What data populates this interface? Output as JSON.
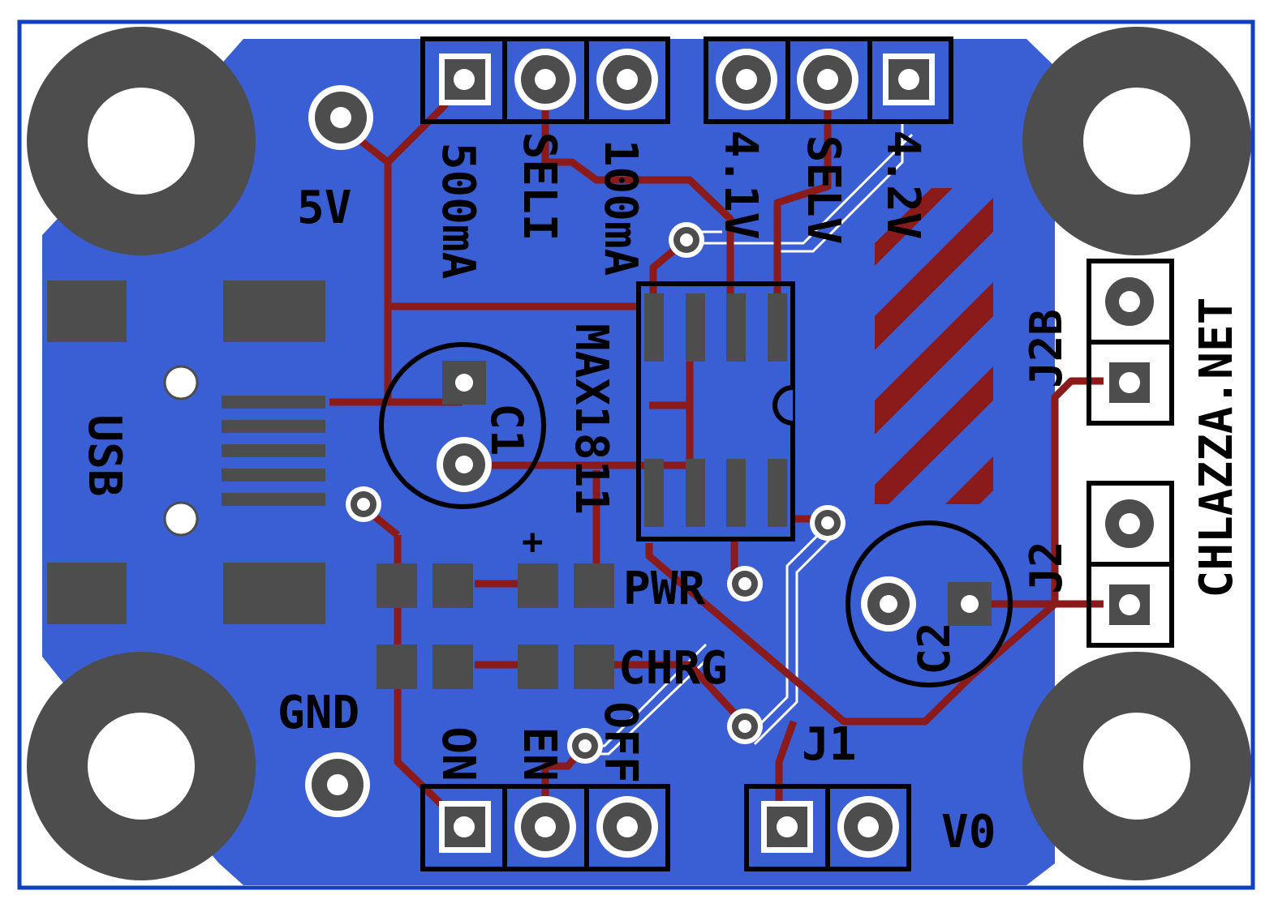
{
  "colors": {
    "background": "#ffffff",
    "outline": "#1040c0",
    "copper_pour": "#3a5ed4",
    "trace": "#8b1a1a",
    "pad": "#4d4d4d",
    "silkscreen": "#000000",
    "hole": "#ffffff"
  },
  "labels": {
    "v5": "5V",
    "gnd": "GND",
    "usb": "USB",
    "max1811": "MAX1811",
    "c1": "C1",
    "c2": "C2",
    "plus": "+",
    "pwr": "PWR",
    "chrg": "CHRG",
    "on": "ON",
    "en": "EN",
    "off": "OFF",
    "j1": "J1",
    "v0": "V0",
    "ma500": "500mA",
    "seli": "SELI",
    "ma100": "100mA",
    "v41": "4.1V",
    "selv": "SELV",
    "v42": "4.2V",
    "j2b": "J2B",
    "j2": "J2",
    "site": "CHLAZZA.NET"
  }
}
